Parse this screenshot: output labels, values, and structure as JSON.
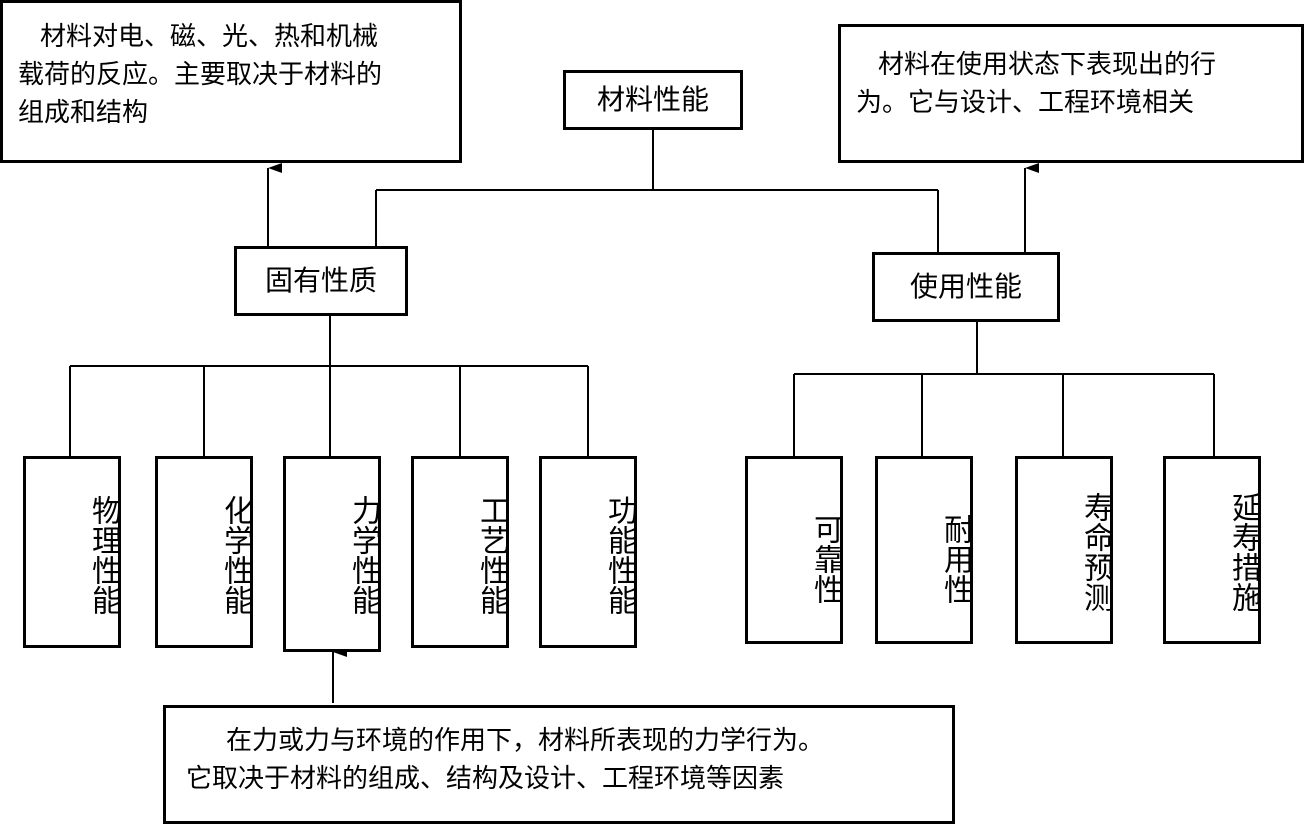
{
  "root": {
    "label": "材料性能"
  },
  "left": {
    "label": "固有性质",
    "note_lines": [
      "材料对电、磁、光、热和机械",
      "载荷的反应。主要取决于材料的",
      "组成和结构"
    ],
    "children": [
      "物理性能",
      "化学性能",
      "力学性能",
      "工艺性能",
      "功能性能"
    ]
  },
  "right": {
    "label": "使用性能",
    "note_lines": [
      "材料在使用状态下表现出的行",
      "为。它与设计、工程环境相关"
    ],
    "children": [
      "可靠性",
      "耐用性",
      "寿命预测",
      "延寿措施"
    ]
  },
  "bottom_note": {
    "lines": [
      "在力或力与环境的作用下，材料所表现的力学行为。",
      "它取决于材料的组成、结构及设计、工程环境等因素"
    ]
  }
}
